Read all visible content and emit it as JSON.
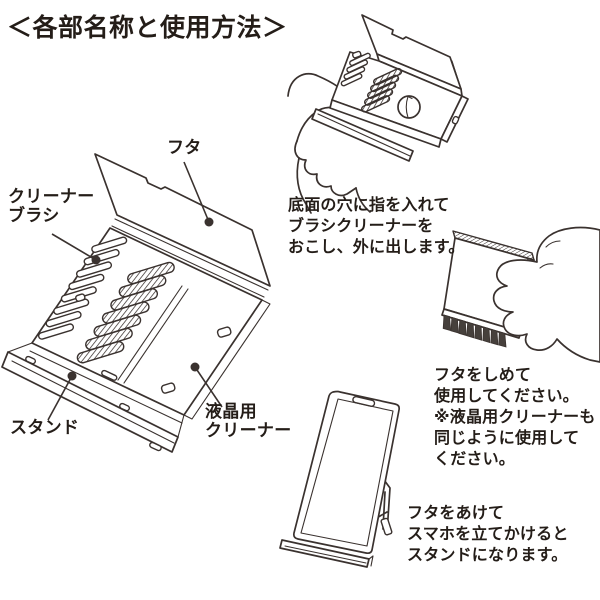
{
  "title": "＜各部名称と使用方法＞",
  "colors": {
    "line": "#3a322f",
    "text": "#241d18",
    "background": "#ffffff"
  },
  "parts_diagram": {
    "parts": [
      {
        "name": "lid",
        "label": "フタ"
      },
      {
        "name": "cleaner-brush",
        "label": "クリーナー\nブラシ"
      },
      {
        "name": "stand",
        "label": "スタンド"
      },
      {
        "name": "lcd-cleaner",
        "label": "液晶用\nクリーナー"
      }
    ]
  },
  "instructions": [
    {
      "name": "take-out-brush",
      "caption": "底面の穴に指を入れて\nブラシクリーナーを\nおこし、外に出します。"
    },
    {
      "name": "close-lid-to-use",
      "caption": "フタをしめて\n使用してください。\n※液晶用クリーナーも\n同じように使用して\nください。"
    },
    {
      "name": "use-as-stand",
      "caption": "フタをあけて\nスマホを立てかけると\nスタンドになります。"
    }
  ]
}
